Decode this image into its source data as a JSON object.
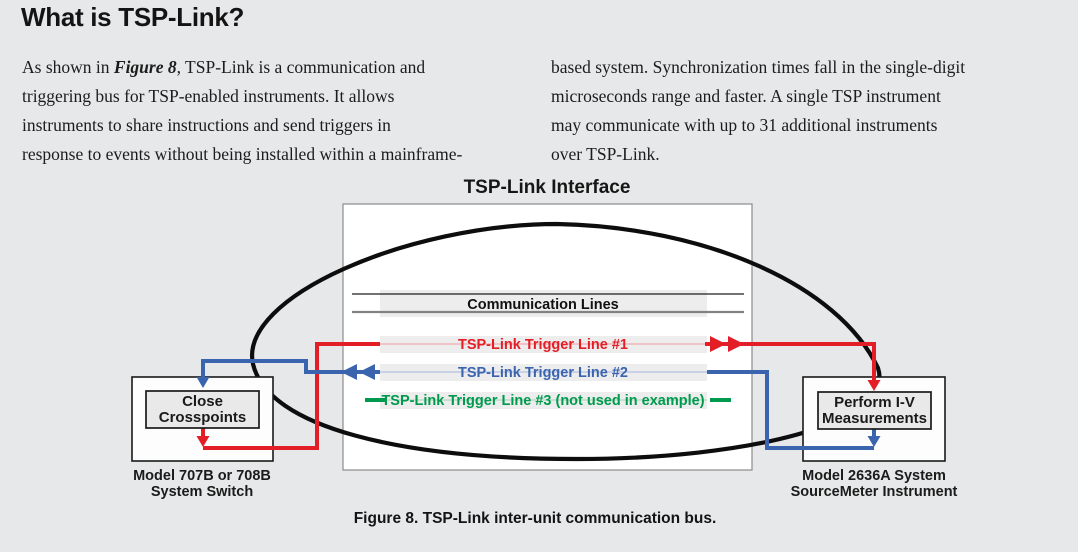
{
  "heading": "What is TSP-Link?",
  "intro": {
    "left": {
      "line1_prefix": "As shown in ",
      "line1_figure": "Figure 8",
      "line1_suffix": ", TSP-Link is a communication and",
      "line2": "triggering bus for TSP-enabled instruments. It allows",
      "line3": "instruments to share instructions and send triggers in",
      "line4": "response to events without being installed within a mainframe-"
    },
    "right": {
      "line1": "based system. Synchronization times fall in the single-digit",
      "line2": "microseconds range and faster. A single TSP instrument",
      "line3": "may communicate with up to 31 additional instruments",
      "line4": "over TSP-Link."
    }
  },
  "figure": {
    "title": "TSP-Link Interface",
    "caption": "Figure 8. TSP-Link inter-unit communication bus.",
    "bus": {
      "communication_label": "Communication Lines",
      "trigger_line_1": "TSP-Link Trigger Line #1",
      "trigger_line_2": "TSP-Link Trigger Line #2",
      "trigger_line_3": "TSP-Link Trigger Line #3 (not used in example)"
    },
    "left_instrument": {
      "action_line1": "Close",
      "action_line2": "Crosspoints",
      "caption_line1": "Model 707B or 708B",
      "caption_line2": "System Switch"
    },
    "right_instrument": {
      "action_line1": "Perform I-V",
      "action_line2": "Measurements",
      "caption_line1": "Model 2636A System",
      "caption_line2": "SourceMeter Instrument"
    },
    "colors": {
      "trigger1_red": "#e31e26",
      "trigger2_blue": "#3a64ae",
      "trigger3_green": "#009a4e"
    }
  }
}
